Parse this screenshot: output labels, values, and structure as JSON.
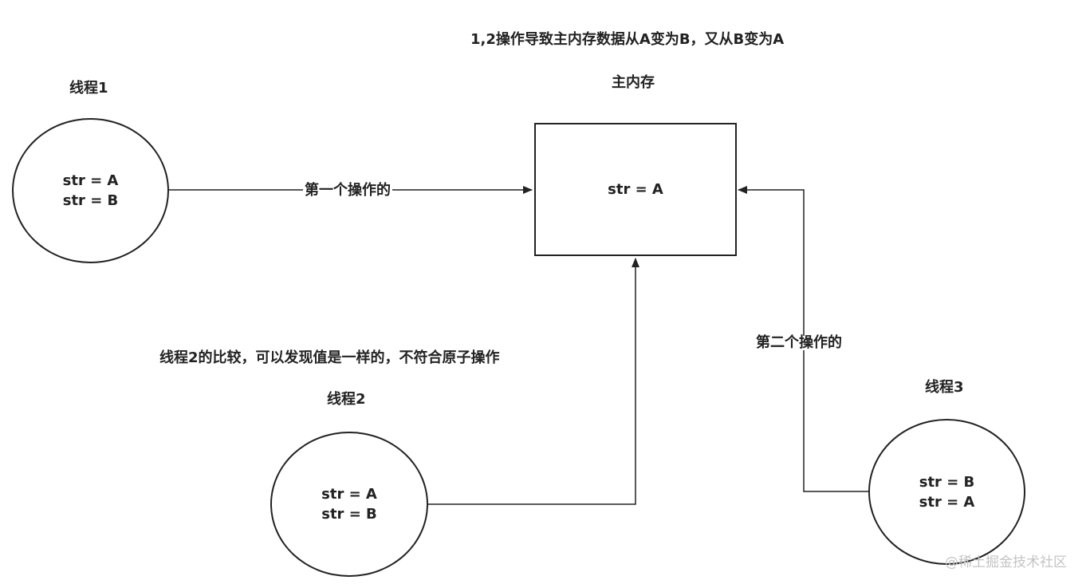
{
  "diagram": {
    "top_note": "1,2操作导致主内存数据从A变为B，又从B变为A",
    "main_memory": {
      "title": "主内存",
      "value": "str = A"
    },
    "thread1": {
      "title": "线程1",
      "lines": [
        "str = A",
        "str = B"
      ]
    },
    "thread2": {
      "title": "线程2",
      "note": "线程2的比较，可以发现值是一样的，不符合原子操作",
      "lines": [
        "str = A",
        "str = B"
      ]
    },
    "thread3": {
      "title": "线程3",
      "lines": [
        "str = B",
        "str = A"
      ]
    },
    "edges": {
      "first_op": "第一个操作的",
      "second_op": "第二个操作的"
    }
  },
  "watermark": "@稀土掘金技术社区"
}
